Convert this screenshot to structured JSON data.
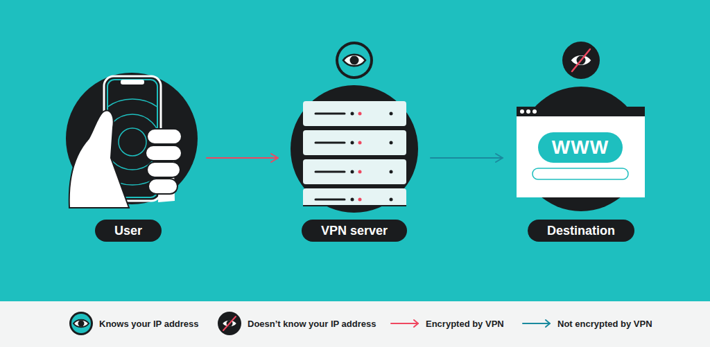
{
  "diagram": {
    "nodes": [
      {
        "text": [
          "User"
        ]
      },
      {
        "text": [
          "VPN server"
        ]
      },
      {
        "text": [
          "Destination"
        ]
      }
    ],
    "edges": [
      {
        "from": 0,
        "to": 1,
        "arrow": "to"
      },
      {
        "from": 1,
        "to": 2,
        "arrow": "to"
      }
    ],
    "labels": [
      "WWW"
    ],
    "legend": [
      {
        "text": "Knows your IP address"
      },
      {
        "text": "Doesn’t know your IP address"
      },
      {
        "text": "Encrypted by VPN"
      },
      {
        "text": "Not encrypted by VPN"
      }
    ]
  }
}
